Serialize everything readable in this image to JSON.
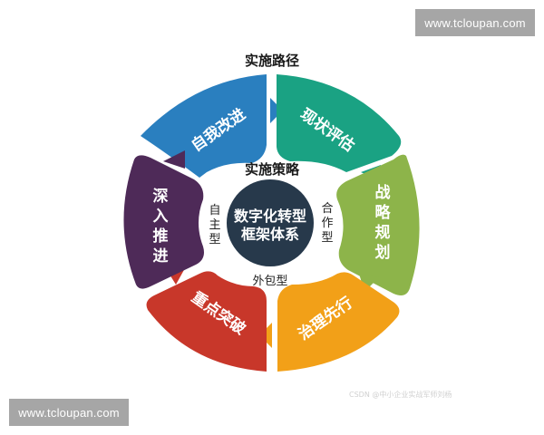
{
  "watermarks": {
    "top": "www.tcloupan.com",
    "bottom": "www.tcloupan.com"
  },
  "diagram": {
    "outer_title": "实施路径",
    "inner_title": "实施策略",
    "center": {
      "line1": "数字化转型",
      "line2": "框架体系",
      "color": "#27394b"
    },
    "segments": [
      {
        "label": "自我改进",
        "color": "#2a7fbf",
        "position": "top-left"
      },
      {
        "label": "现状评估",
        "color": "#1aa283",
        "position": "top-right"
      },
      {
        "label": "战略规划",
        "chars": [
          "战",
          "略",
          "规",
          "划"
        ],
        "color": "#8db44a",
        "position": "right"
      },
      {
        "label": "治理先行",
        "color": "#f2a018",
        "position": "bottom-right"
      },
      {
        "label": "重点突破",
        "color": "#c8372a",
        "position": "bottom-left"
      },
      {
        "label": "深入推进",
        "chars": [
          "深",
          "入",
          "推",
          "进"
        ],
        "color": "#4e2a58",
        "position": "left"
      }
    ],
    "strategy_types": {
      "left": {
        "label": "自主型",
        "chars": [
          "自",
          "主",
          "型"
        ]
      },
      "right": {
        "label": "合作型",
        "chars": [
          "合",
          "作",
          "型"
        ]
      },
      "bottom": {
        "label": "外包型"
      }
    },
    "credit": "CSDN @中小企业实战军师刘杨"
  }
}
